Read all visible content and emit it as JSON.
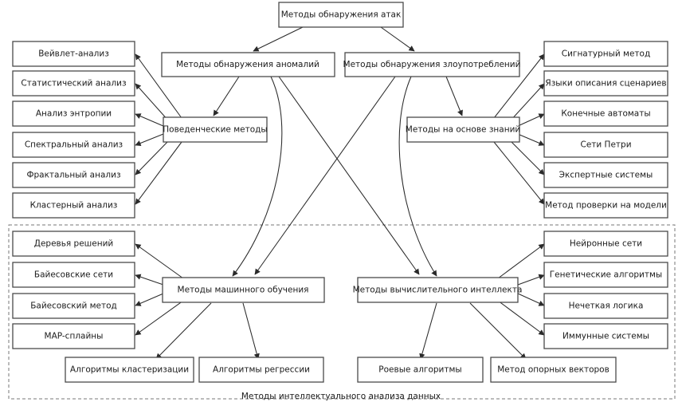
{
  "diagram": {
    "root": "Методы обнаружения атак",
    "anomaly": "Методы обнаружения аномалий",
    "misuse": "Методы обнаружения злоупотреблений",
    "behavioral": "Поведенческие методы",
    "knowledge": "Методы на основе знаний",
    "ml": "Методы машинного обучения",
    "ci": "Методы вычислительного интеллекта",
    "behavioral_items": [
      "Вейвлет-анализ",
      "Статистический анализ",
      "Анализ энтропии",
      "Спектральный анализ",
      "Фрактальный анализ",
      "Кластерный анализ"
    ],
    "knowledge_items": [
      "Сигнатурный метод",
      "Языки описания сценариев",
      "Конечные автоматы",
      "Сети Петри",
      "Экспертные системы",
      "Метод проверки на модели"
    ],
    "ml_items": [
      "Деревья решений",
      "Байесовские сети",
      "Байесовский метод",
      "MAP-сплайны"
    ],
    "ml_bottom": [
      "Алгоритмы кластеризации",
      "Алгоритмы регрессии"
    ],
    "ci_items": [
      "Нейронные сети",
      "Генетические алгоритмы",
      "Нечеткая логика",
      "Иммунные системы"
    ],
    "ci_bottom": [
      "Роевые алгоритмы",
      "Метод опорных векторов"
    ],
    "data_mining_group_label": "Методы интеллектуального анализа данных"
  }
}
